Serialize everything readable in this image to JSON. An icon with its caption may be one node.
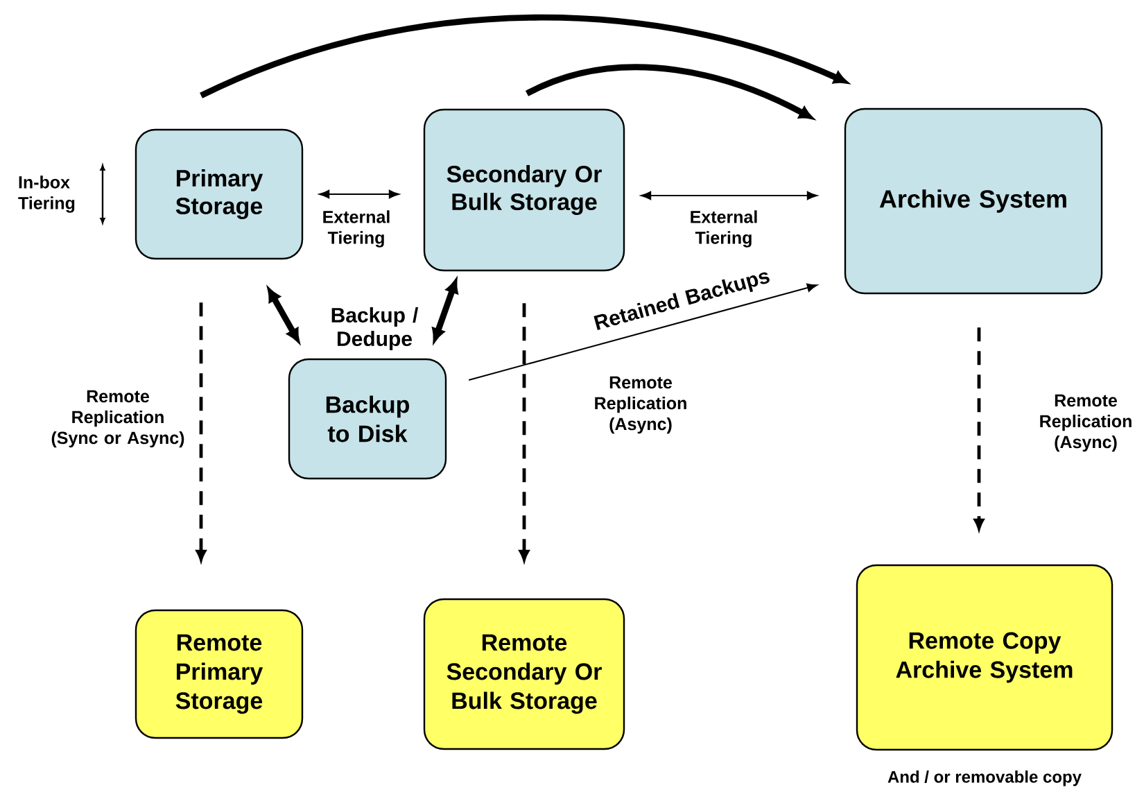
{
  "diagram": {
    "nodes": [
      {
        "text": [
          "Primary Storage"
        ]
      },
      {
        "text": [
          "Secondary Or Bulk Storage"
        ]
      },
      {
        "text": [
          "Archive System"
        ]
      },
      {
        "text": [
          "Backup to Disk"
        ]
      },
      {
        "text": [
          "Remote Primary Storage"
        ]
      },
      {
        "text": [
          "Remote Secondary Or Bulk Storage"
        ]
      },
      {
        "text": [
          "Remote Copy Archive System"
        ],
        "beside": [
          "And / or removable copy"
        ]
      }
    ],
    "edges": [
      {
        "from": 0,
        "to": 1,
        "arrow": "both",
        "label": "External Tiering"
      },
      {
        "from": 1,
        "to": 2,
        "arrow": "both",
        "label": "External Tiering"
      },
      {
        "from": 0,
        "to": 3,
        "arrow": "both",
        "style": "thick",
        "label": "Backup / Dedupe"
      },
      {
        "from": 1,
        "to": 3,
        "arrow": "both",
        "style": "thick"
      },
      {
        "from": 3,
        "to": 2,
        "arrow": "to",
        "label": "Retained Backups"
      },
      {
        "from": 0,
        "to": 4,
        "arrow": "to",
        "style": "dashed",
        "label": "Remote Replication (Sync or Async)"
      },
      {
        "from": 1,
        "to": 5,
        "arrow": "to",
        "style": "dashed",
        "label": "Remote Replication (Async)"
      },
      {
        "from": 2,
        "to": 6,
        "arrow": "to",
        "style": "dashed",
        "label": "Remote Replication (Async)"
      },
      {
        "from": 0,
        "to": 2,
        "arrow": "to",
        "style": "thick"
      },
      {
        "from": 1,
        "to": 2,
        "arrow": "to",
        "style": "thick"
      }
    ],
    "labels": [
      "In-box Tiering"
    ]
  }
}
